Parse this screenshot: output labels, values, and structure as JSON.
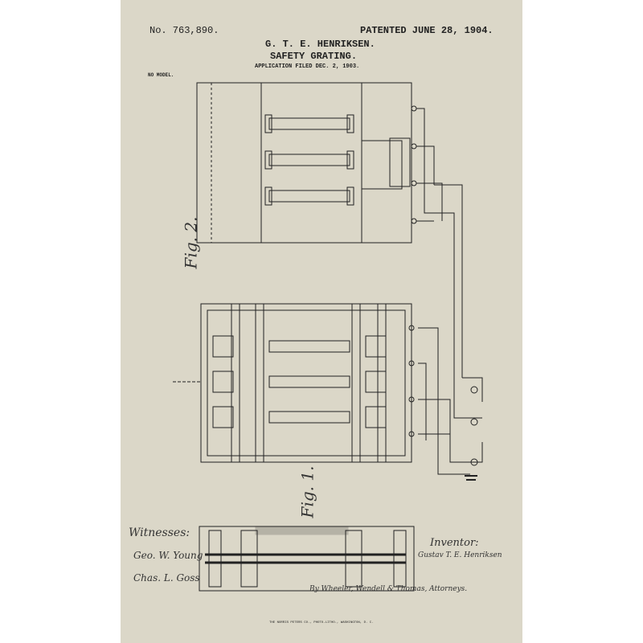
{
  "header": {
    "patent_number": "No. 763,890.",
    "patent_date": "PATENTED JUNE 28, 1904.",
    "inventor": "G. T. E. HENRIKSEN.",
    "title": "SAFETY GRATING.",
    "application": "APPLICATION FILED DEC. 2, 1903.",
    "model_note": "NO MODEL."
  },
  "figures": {
    "fig2_label": "Fig. 2.",
    "fig1_label": "Fig. 1."
  },
  "signatures": {
    "witnesses_label": "Witnesses:",
    "witness1": "Geo. W. Young",
    "witness2": "Chas. L. Goss",
    "inventor_label": "Inventor:",
    "inventor_name": "Gustav T. E. Henriksen",
    "attorneys": "By Wheeler, Wendell & Thomas, Attorneys."
  },
  "footer": {
    "printer": "THE NORRIS PETERS CO., PHOTO-LITHO., WASHINGTON, D. C."
  }
}
